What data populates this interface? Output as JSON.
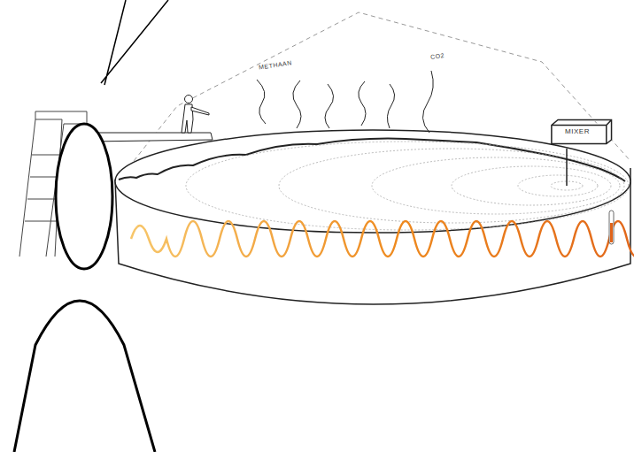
{
  "diagram": {
    "nodes": [
      {
        "text": [
          "MIXER"
        ]
      }
    ],
    "labels": [
      "METHAAN",
      "CO2"
    ]
  }
}
